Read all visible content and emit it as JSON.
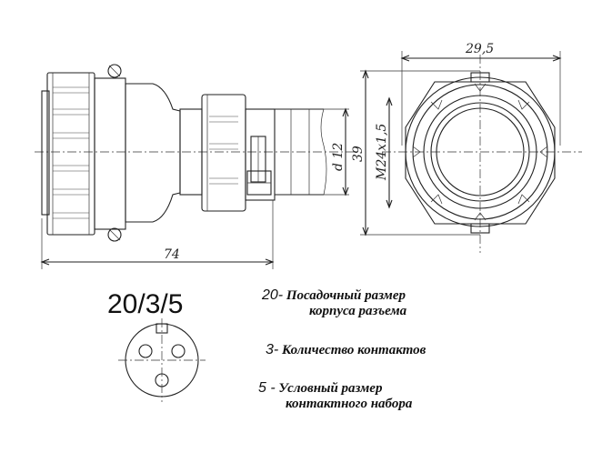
{
  "dimensions": {
    "overall_length": "74",
    "outer_diameter": "29,5",
    "cable_diameter": "d 12",
    "height": "39",
    "thread": "M24x1,5"
  },
  "code": "20/3/5",
  "legend": [
    {
      "num": "20-",
      "line1": "Посадочный размер",
      "line2": "корпуса разъема"
    },
    {
      "num": "3-",
      "line1": "Количество контактов",
      "line2": ""
    },
    {
      "num": "5 -",
      "line1": "Условный размер",
      "line2": "контактного набора"
    }
  ]
}
